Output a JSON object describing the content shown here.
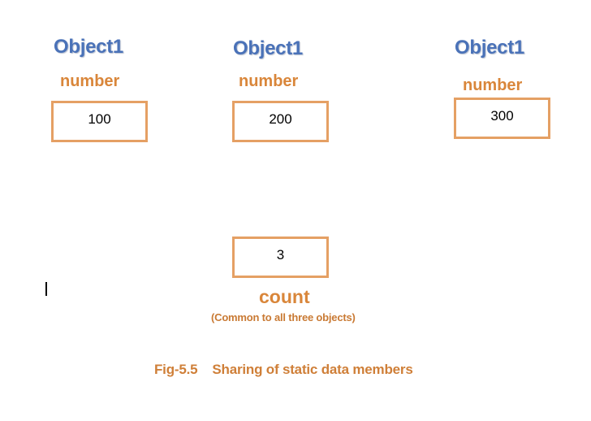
{
  "objects": [
    {
      "title": "Object1",
      "var_label": "number",
      "value": "100"
    },
    {
      "title": "Object1",
      "var_label": "number",
      "value": "200"
    },
    {
      "title": "Object1",
      "var_label": "number",
      "value": "300"
    }
  ],
  "shared": {
    "value": "3",
    "label": "count",
    "note": "(Common to all three objects)"
  },
  "caption": {
    "fig": "Fig-5.5",
    "text": "Sharing of static data members"
  },
  "colors": {
    "title_blue": "#4a72b8",
    "label_orange": "#d9863a",
    "box_border": "#e5a064"
  }
}
